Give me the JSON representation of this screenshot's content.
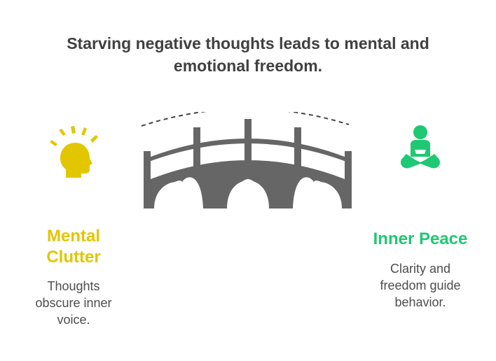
{
  "title": {
    "line1": "Starving negative thoughts leads to mental and",
    "line2": "emotional freedom."
  },
  "left": {
    "icon": "stressed-head-icon",
    "label_line1": "Mental",
    "label_line2": "Clutter",
    "desc_line1": "Thoughts",
    "desc_line2": "obscure inner",
    "desc_line3": "voice.",
    "color": "#e2c600"
  },
  "right": {
    "icon": "meditating-person-icon",
    "label": "Inner Peace",
    "desc_line1": "Clarity and",
    "desc_line2": "freedom guide",
    "desc_line3": "behavior.",
    "color": "#1fc873"
  },
  "bridge": {
    "icon": "arched-bridge-icon",
    "color": "#666666"
  }
}
